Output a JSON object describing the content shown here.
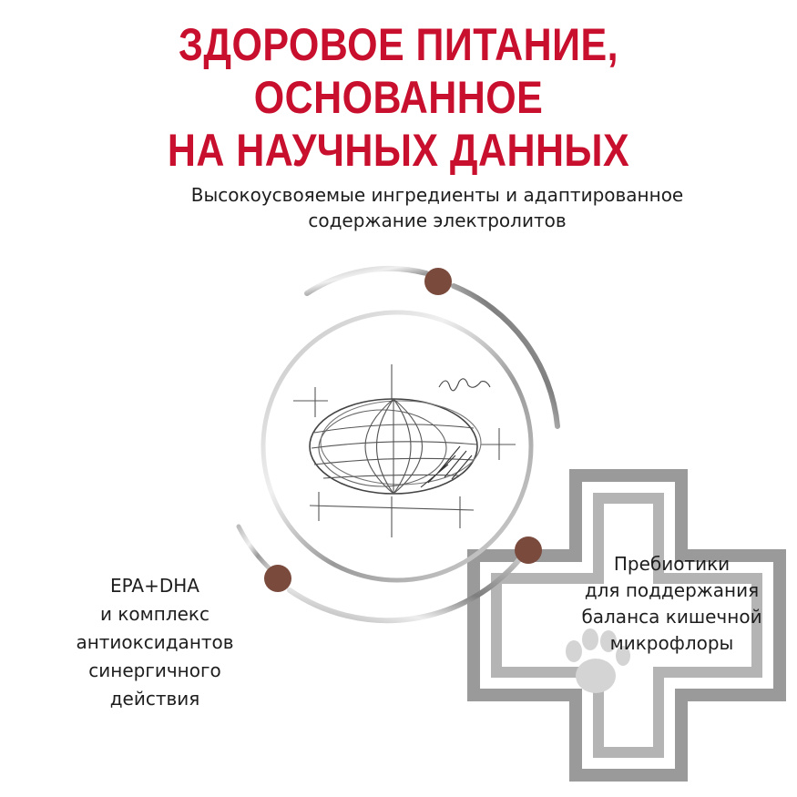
{
  "header": {
    "title_line1": "ЗДОРОВОЕ ПИТАНИЕ, ОСНОВАННОЕ",
    "title_line2": "НА НАУЧНЫХ ДАННЫХ"
  },
  "benefits": {
    "top": {
      "line1": "Высокоусвояемые ингредиенты и адаптированное",
      "line2": "содержание электролитов"
    },
    "left": {
      "line1": "EPA+DHA",
      "line2": "и комплекс",
      "line3": "антиоксидантов",
      "line4": "синергичного",
      "line5": "действия"
    },
    "right": {
      "line1": "Пребиотики",
      "line2": "для поддержания",
      "line3": "баланса кишечной",
      "line4": "микрофлоры"
    }
  },
  "colors": {
    "title": "#c8102e",
    "dot": "#7a4a3c",
    "text": "#1e1e1e",
    "cross": "#9a9a9a"
  },
  "icons": {
    "center": "kibble-sketch-icon",
    "cross": "medical-cross-icon",
    "paw": "paw-icon"
  }
}
